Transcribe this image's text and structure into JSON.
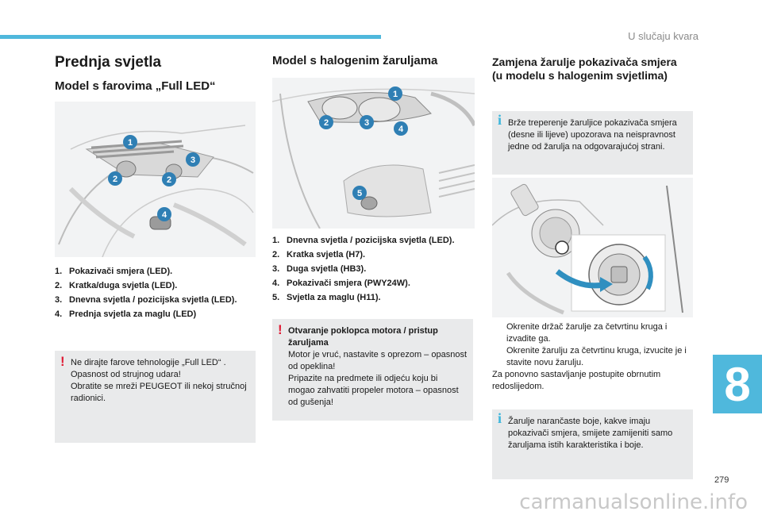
{
  "header": {
    "title": "U slučaju kvara",
    "chapter": "8",
    "page_number": "279",
    "watermark": "carmanualsonline.info"
  },
  "col1": {
    "title": "Prednja svjetla",
    "subtitle": "Model s farovima „Full LED“",
    "list": [
      {
        "num": "1.",
        "text": "Pokazivači smjera (LED)."
      },
      {
        "num": "2.",
        "text": "Kratka/duga svjetla (LED)."
      },
      {
        "num": "3.",
        "text": "Dnevna svjetla / pozicijska svjetla (LED)."
      },
      {
        "num": "4.",
        "text": "Prednja svjetla za maglu (LED)"
      }
    ],
    "warning": {
      "line1": "Ne dirajte farove tehnologije „Full LED“ .",
      "line2": "Opasnost od strujnog udara!",
      "line3": "Obratite se mreži PEUGEOT ili nekoj stručnoj radionici."
    },
    "callouts": [
      "1",
      "2",
      "3",
      "2",
      "4"
    ]
  },
  "col2": {
    "title": "Model s halogenim žaruljama",
    "list": [
      {
        "num": "1.",
        "text": "Dnevna svjetla / pozicijska svjetla (LED)."
      },
      {
        "num": "2.",
        "text": "Kratka svjetla (H7)."
      },
      {
        "num": "3.",
        "text": "Duga svjetla (HB3)."
      },
      {
        "num": "4.",
        "text": "Pokazivači smjera (PWY24W)."
      },
      {
        "num": "5.",
        "text": "Svjetla za maglu (H11)."
      }
    ],
    "warning": {
      "heading": "Otvaranje poklopca motora / pristup žaruljama",
      "line1": "Motor je vruć, nastavite s oprezom – opasnost od opeklina!",
      "line2": "Pripazite na predmete ili odjeću koju bi mogao zahvatiti propeler motora – opasnost od gušenja!"
    },
    "callouts": [
      "1",
      "2",
      "3",
      "4",
      "5"
    ]
  },
  "col3": {
    "title": "Zamjena žarulje pokazivača smjera (u modelu s halogenim svjetlima)",
    "info1": "Brže treperenje žaruljice pokazivača smjera (desne ili lijeve) upozorava na neispravnost jedne od žarulja na odgovarajućoj strani.",
    "steps": [
      {
        "marker": "",
        "text": "Okrenite držač žarulje za četvrtinu kruga i izvadite ga."
      },
      {
        "marker": "",
        "text": "Okrenite žarulju za četvrtinu kruga, izvucite je i stavite novu žarulju."
      }
    ],
    "paragraph": "Za ponovno sastavljanje postupite obrnutim redoslijedom.",
    "info2": "Žarulje narančaste boje, kakve imaju pokazivači smjera, smijete zamijeniti samo žaruljama istih karakteristika i boje."
  },
  "colors": {
    "accent": "#4fb8dc",
    "warning": "#e01e37",
    "callout": "#2f7fb4"
  }
}
